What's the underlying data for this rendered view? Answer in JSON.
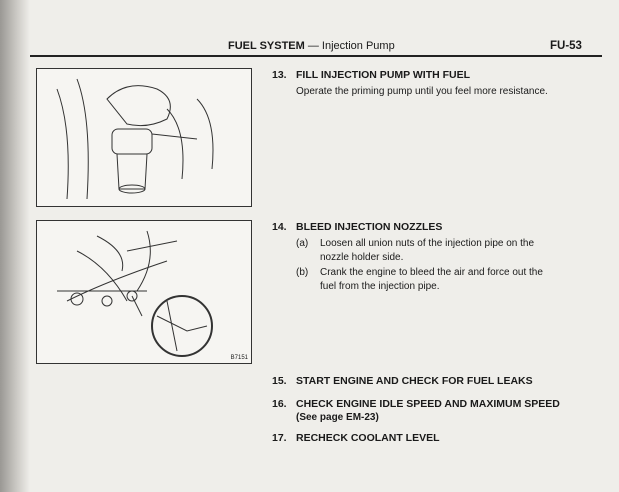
{
  "header": {
    "section": "FUEL SYSTEM",
    "subsection": "— Injection Pump",
    "page": "FU-53"
  },
  "figures": [
    {
      "label": ""
    },
    {
      "label": "B7151"
    }
  ],
  "steps": [
    {
      "num": "13.",
      "title": "FILL INJECTION PUMP WITH FUEL",
      "body": "Operate the priming pump until you feel more resistance."
    },
    {
      "num": "14.",
      "title": "BLEED INJECTION NOZZLES",
      "subs": [
        {
          "mark": "(a)",
          "line1": "Loosen all union nuts of the injection pipe on the",
          "line2": "nozzle holder side."
        },
        {
          "mark": "(b)",
          "line1": "Crank the engine to bleed the air and force out the",
          "line2": "fuel from the injection pipe."
        }
      ]
    },
    {
      "num": "15.",
      "title": "START ENGINE AND CHECK FOR FUEL LEAKS"
    },
    {
      "num": "16.",
      "title": "CHECK ENGINE IDLE SPEED AND MAXIMUM SPEED",
      "note": "(See page EM-23)"
    },
    {
      "num": "17.",
      "title": "RECHECK COOLANT LEVEL"
    }
  ]
}
